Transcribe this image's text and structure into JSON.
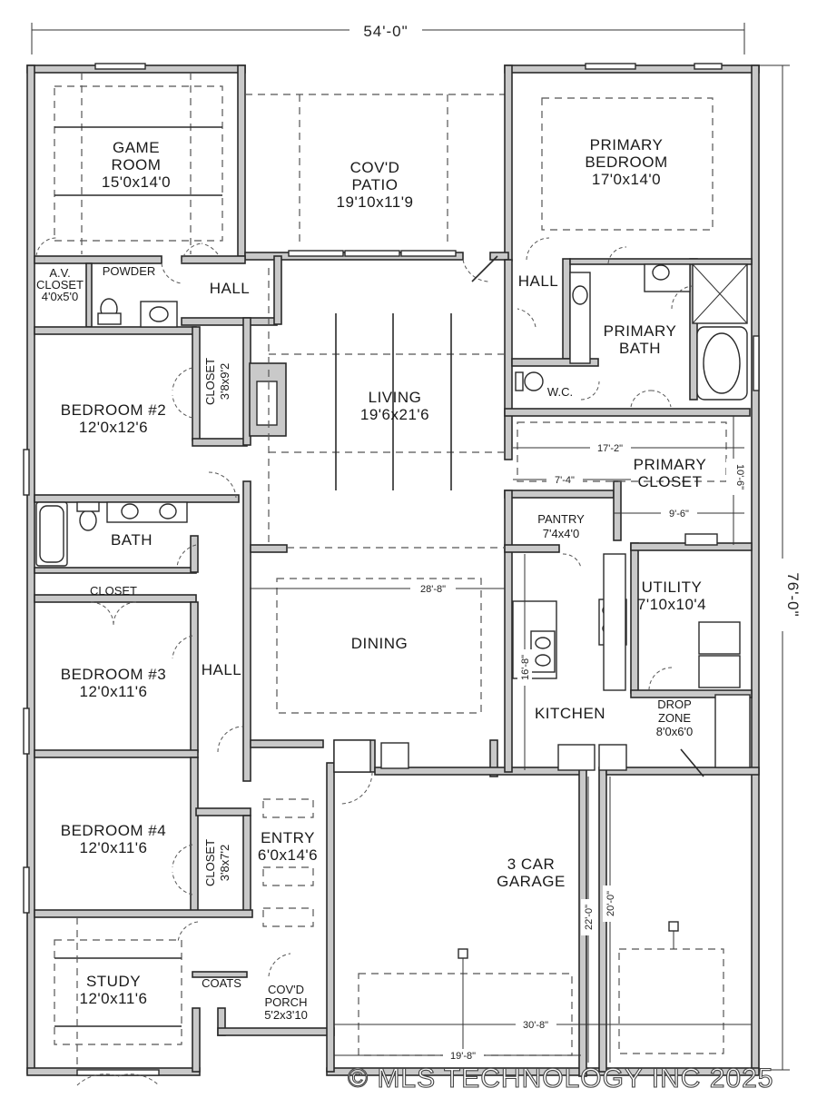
{
  "dimensions": {
    "overall_width": "54'-0\"",
    "overall_depth": "76'-0\"",
    "living_span": "28'-8\"",
    "primary_closet_width": "17'-2\"",
    "primary_closet_inner": "7'-4\"",
    "primary_closet_depth": "10'-6\"",
    "utility_width": "9'-6\"",
    "kitchen_depth": "16'-8\"",
    "garage_depth_outer": "22'-0\"",
    "garage_depth_inner": "20'-0\"",
    "garage_width": "30'-8\"",
    "garage_width_inner": "19'-8\""
  },
  "rooms": {
    "game_room": {
      "name_l1": "GAME",
      "name_l2": "ROOM",
      "size": "15'0x14'0"
    },
    "covd_patio": {
      "name_l1": "COV'D",
      "name_l2": "PATIO",
      "size": "19'10x11'9"
    },
    "primary_bedroom": {
      "name_l1": "PRIMARY",
      "name_l2": "BEDROOM",
      "size": "17'0x14'0"
    },
    "av_closet": {
      "name_l1": "A.V.",
      "name_l2": "CLOSET",
      "size": "4'0x5'0"
    },
    "powder": {
      "name": "POWDER"
    },
    "hall_top": {
      "name": "HALL"
    },
    "hall_right": {
      "name": "HALL"
    },
    "primary_bath": {
      "name_l1": "PRIMARY",
      "name_l2": "BATH"
    },
    "wc": {
      "name": "W.C."
    },
    "bedroom2": {
      "name": "BEDROOM #2",
      "size": "12'0x12'6"
    },
    "closet2": {
      "name": "CLOSET",
      "size": "3'8x9'2"
    },
    "living": {
      "name": "LIVING",
      "size": "19'6x21'6"
    },
    "primary_closet": {
      "name_l1": "PRIMARY",
      "name_l2": "CLOSET"
    },
    "pantry": {
      "name": "PANTRY",
      "size": "7'4x4'0"
    },
    "bath": {
      "name": "BATH"
    },
    "closet_hall": {
      "name": "CLOSET"
    },
    "utility": {
      "name": "UTILITY",
      "size": "7'10x10'4"
    },
    "dining": {
      "name": "DINING"
    },
    "bedroom3": {
      "name": "BEDROOM #3",
      "size": "12'0x11'6"
    },
    "hall_mid": {
      "name": "HALL"
    },
    "kitchen": {
      "name": "KITCHEN"
    },
    "drop_zone": {
      "name_l1": "DROP",
      "name_l2": "ZONE",
      "size": "8'0x6'0"
    },
    "bedroom4": {
      "name": "BEDROOM #4",
      "size": "12'0x11'6"
    },
    "closet4": {
      "name": "CLOSET",
      "size": "3'8x7'2"
    },
    "entry": {
      "name": "ENTRY",
      "size": "6'0x14'6"
    },
    "garage": {
      "name_l1": "3 CAR",
      "name_l2": "GARAGE"
    },
    "study": {
      "name": "STUDY",
      "size": "12'0x11'6"
    },
    "coats": {
      "name": "COATS"
    },
    "covd_porch": {
      "name_l1": "COV'D",
      "name_l2": "PORCH",
      "size": "5'2x3'10"
    }
  },
  "watermark": "© MLS TECHNOLOGY INC 2025"
}
